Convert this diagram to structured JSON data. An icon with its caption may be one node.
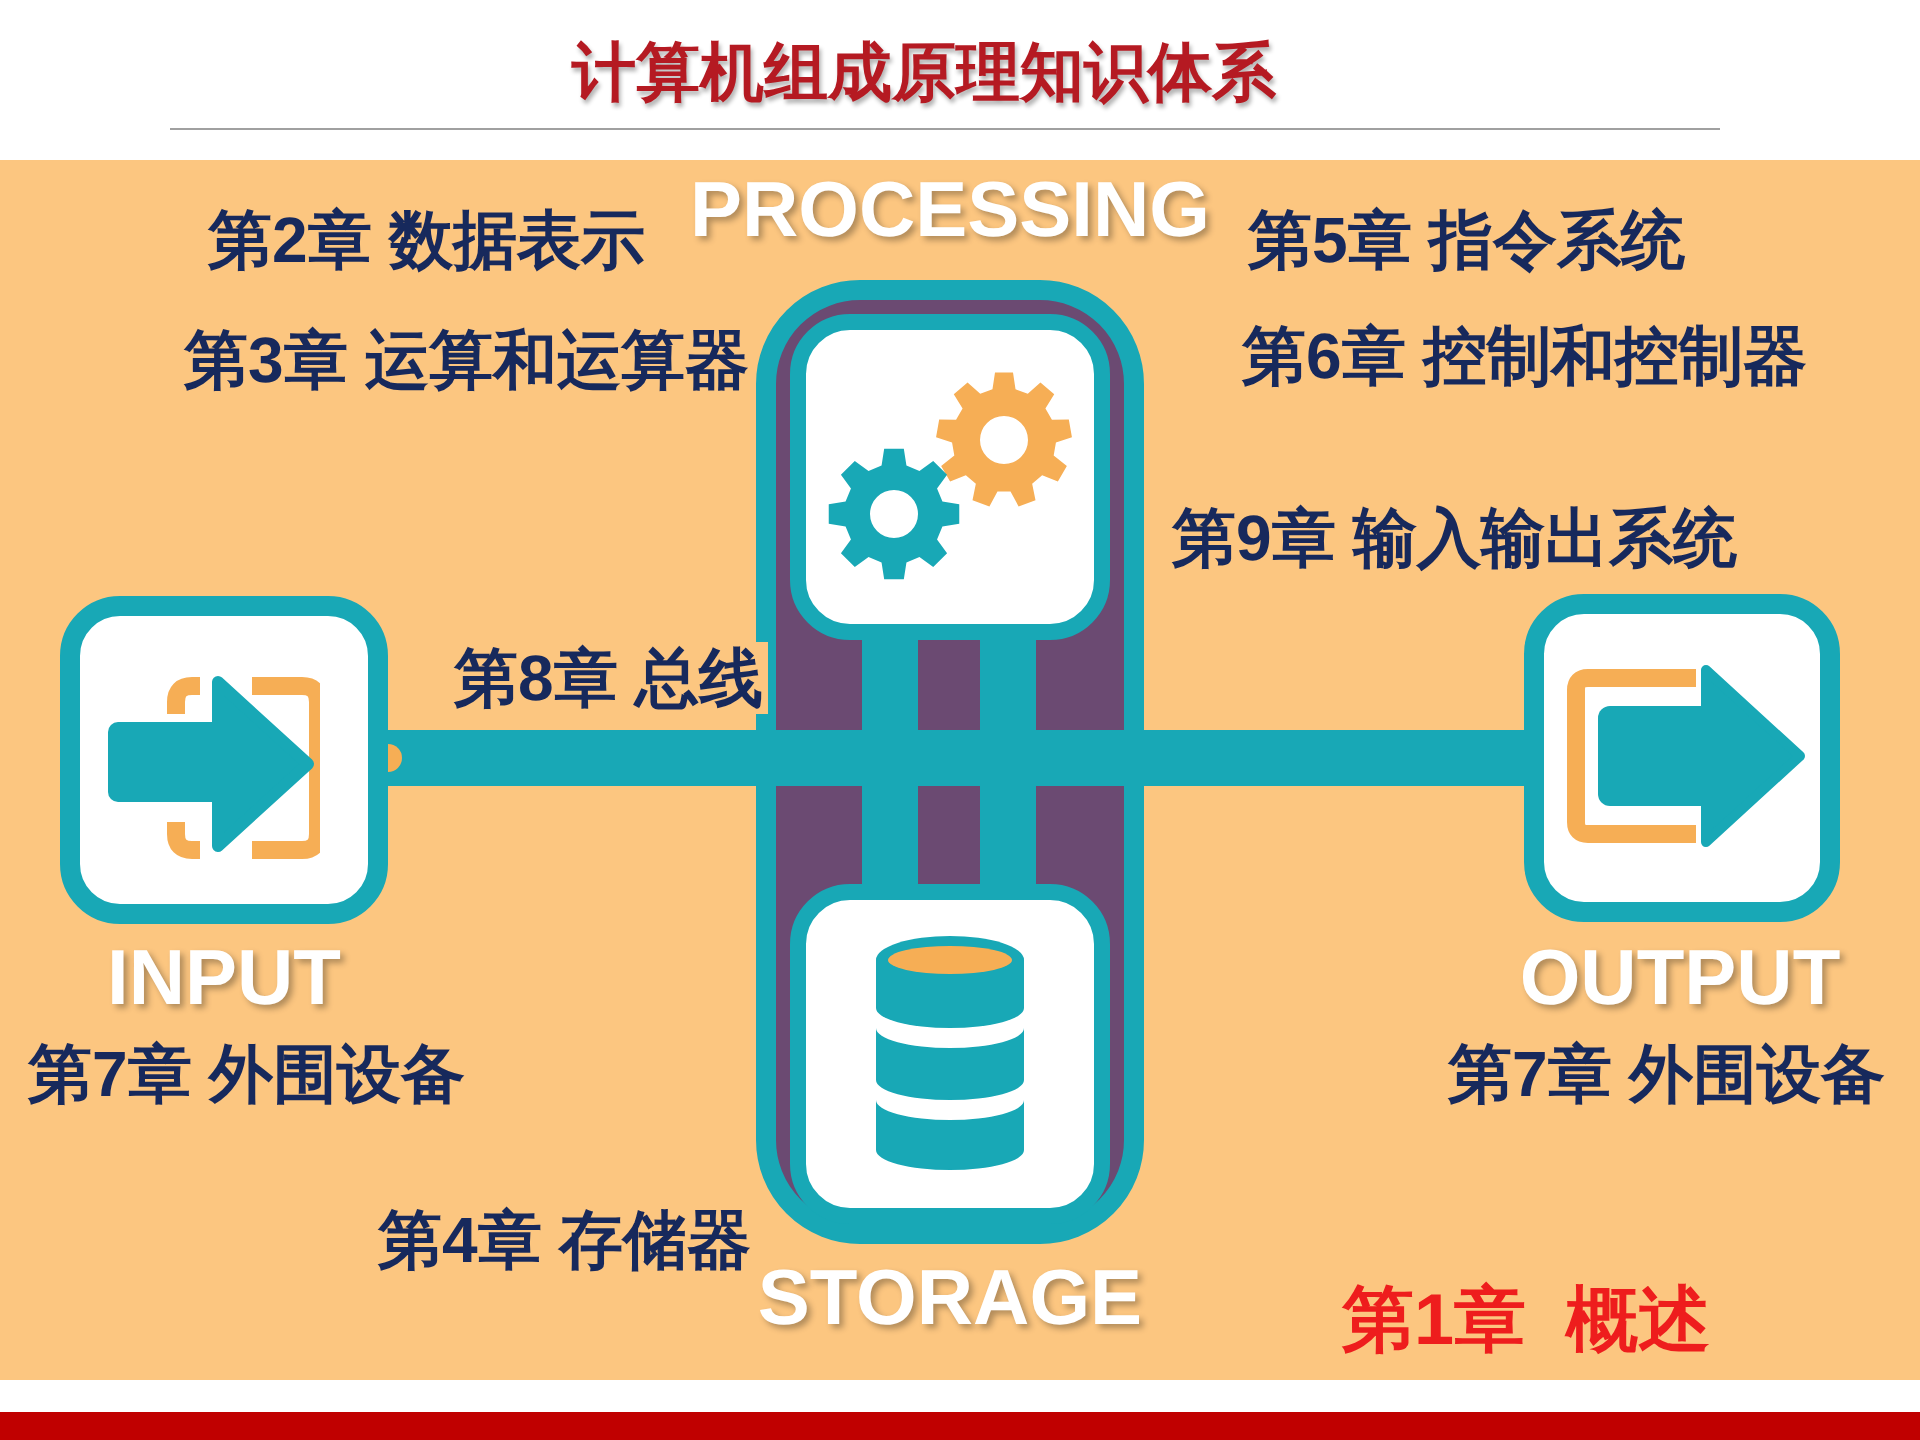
{
  "diagram": {
    "title": "计算机组成原理知识体系",
    "nodes": [
      {
        "text": [
          "INPUT"
        ],
        "beside": [
          "第7章 外围设备"
        ]
      },
      {
        "text": [],
        "shape": "box"
      },
      {
        "text": [
          "PROCESSING"
        ],
        "in": 1,
        "beside": [
          "第2章 数据表示",
          "第3章 运算和运算器",
          "第5章 指令系统",
          "第6章 控制和控制器"
        ]
      },
      {
        "text": [
          "STORAGE"
        ],
        "in": 1,
        "beside": [
          "第4章 存储器"
        ]
      },
      {
        "text": [
          "OUTPUT"
        ],
        "beside": [
          "第7章 外围设备"
        ]
      }
    ],
    "edges": [
      {
        "from": 0,
        "to": 1,
        "arrow": "other",
        "label": "第8章 总线"
      },
      {
        "from": 1,
        "to": 4,
        "arrow": "none",
        "label": "第9章 输入输出系统"
      },
      {
        "from": 2,
        "to": 3,
        "arrow": "none"
      },
      {
        "from": 2,
        "to": 3,
        "arrow": "none"
      }
    ],
    "labels": [
      "第1章  概述"
    ]
  }
}
